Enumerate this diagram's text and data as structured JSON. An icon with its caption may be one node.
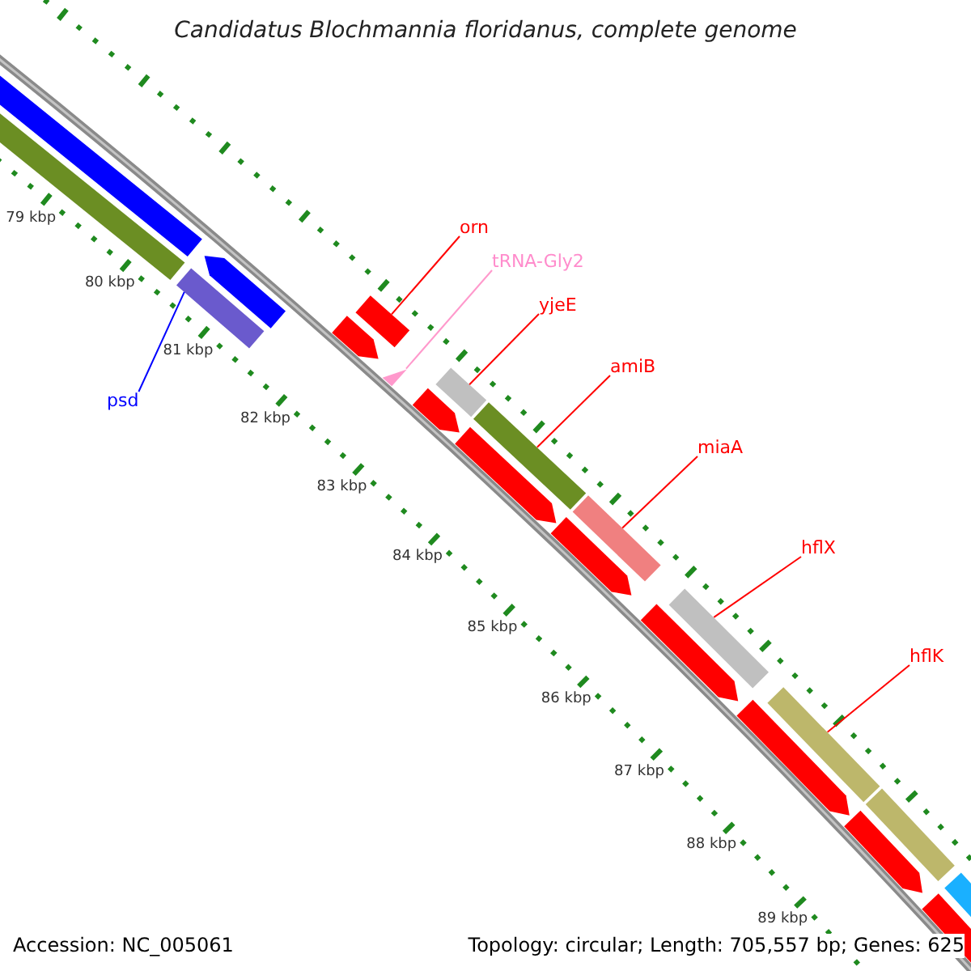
{
  "diagram": {
    "title": "Candidatus Blochmannia floridanus, complete genome",
    "nodes": [
      {
        "text": [
          "orn"
        ]
      },
      {
        "text": [
          "tRNA-Gly2"
        ]
      },
      {
        "text": [
          "yjeE"
        ]
      },
      {
        "text": [
          "amiB"
        ]
      },
      {
        "text": [
          "psd"
        ]
      },
      {
        "text": [
          "miaA"
        ]
      },
      {
        "text": [
          "hflX"
        ]
      },
      {
        "text": [
          "hflK"
        ]
      },
      {
        "text": [],
        "shape": "bar"
      },
      {
        "text": [],
        "shape": "bar"
      },
      {
        "text": [],
        "shape": "triangle"
      },
      {
        "text": [],
        "shape": "bar"
      },
      {
        "text": [],
        "shape": "bar"
      },
      {
        "text": [],
        "shape": "bar"
      },
      {
        "text": [],
        "shape": "bar"
      },
      {
        "text": [],
        "shape": "bar"
      }
    ],
    "edges": [
      {
        "from": 0,
        "to": 9,
        "arrow": "none"
      },
      {
        "from": 1,
        "to": 10,
        "arrow": "none",
        "color": "#ff99cc"
      },
      {
        "from": 2,
        "to": 11,
        "arrow": "none"
      },
      {
        "from": 3,
        "to": 12,
        "arrow": "none"
      },
      {
        "from": 4,
        "to": 8,
        "arrow": "none",
        "color": "#0000ff"
      },
      {
        "from": 5,
        "to": 13,
        "arrow": "none"
      },
      {
        "from": 6,
        "to": 14,
        "arrow": "none"
      },
      {
        "from": 7,
        "to": 15,
        "arrow": "none"
      }
    ],
    "labels": [
      "79 kbp",
      "80 kbp",
      "81 kbp",
      "82 kbp",
      "83 kbp",
      "84 kbp",
      "85 kbp",
      "86 kbp",
      "87 kbp",
      "88 kbp",
      "89 kbp",
      "Accession: NC_005061",
      "Topology: circular; Length: 705,557 bp; Genes: 625"
    ]
  }
}
